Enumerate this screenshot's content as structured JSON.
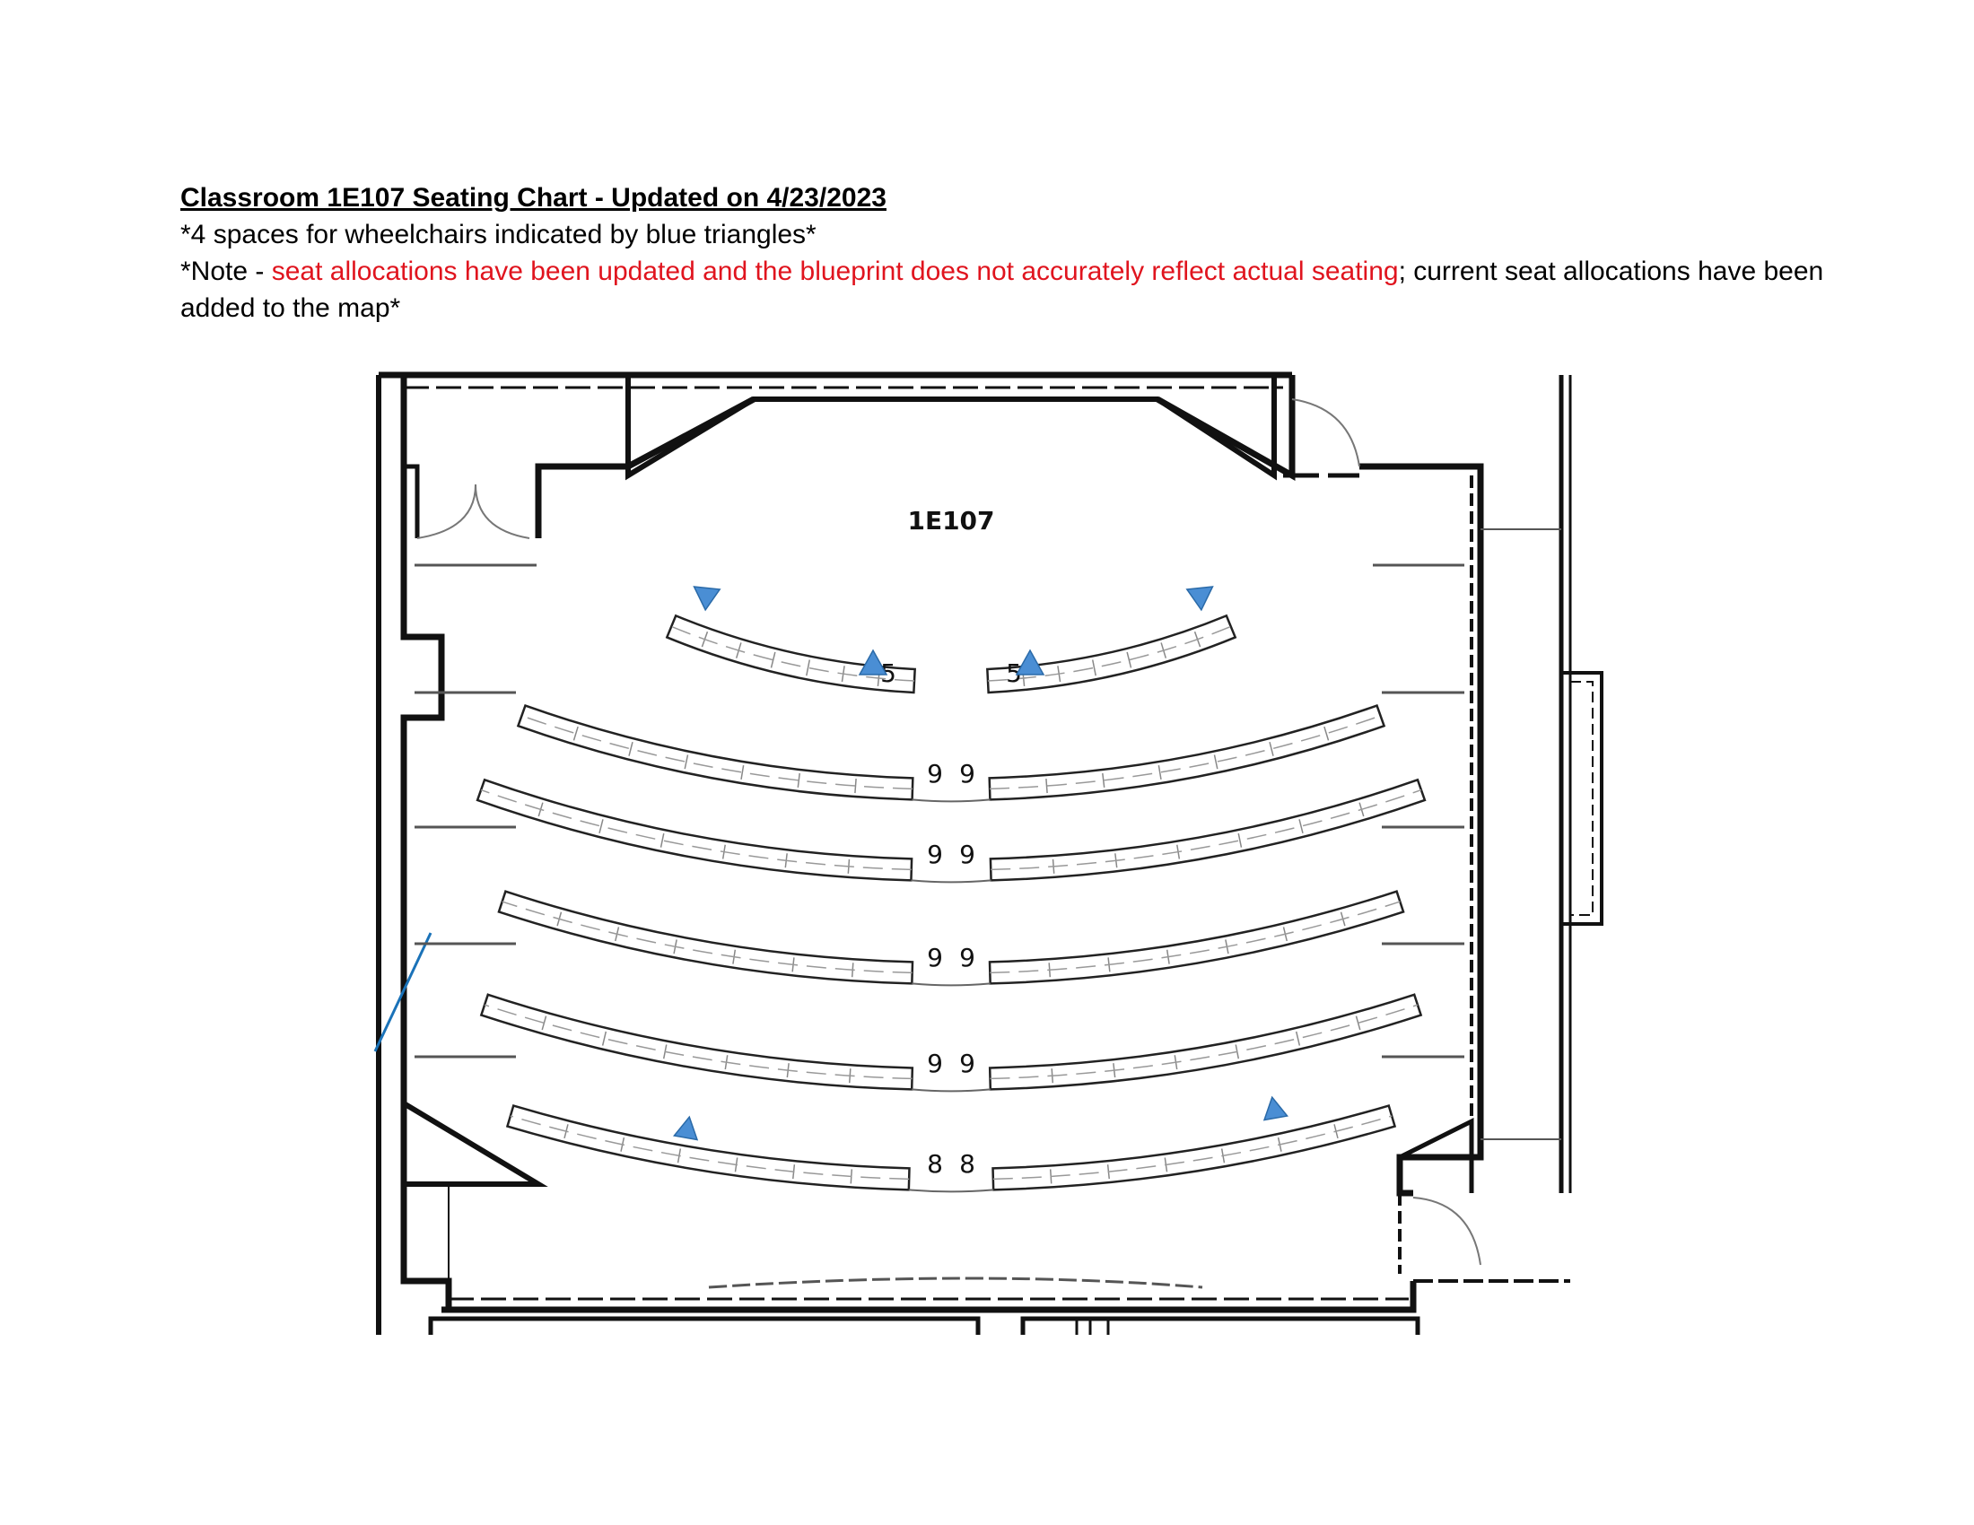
{
  "header": {
    "title": "Classroom 1E107 Seating Chart - Updated on 4/23/2023",
    "wheelchair_note": "*4 spaces for wheelchairs indicated by blue triangles*",
    "note_prefix": "*Note - ",
    "note_red": "seat allocations have been updated and the blueprint does not accurately reflect actual seating",
    "note_suffix": "; current seat allocations have been added to the map*"
  },
  "plan": {
    "room_label": "1E107",
    "rows": [
      {
        "left_seats": "5",
        "right_seats": "5"
      },
      {
        "left_seats": "9",
        "right_seats": "9"
      },
      {
        "left_seats": "9",
        "right_seats": "9"
      },
      {
        "left_seats": "9",
        "right_seats": "9"
      },
      {
        "left_seats": "9",
        "right_seats": "9"
      },
      {
        "left_seats": "8",
        "right_seats": "8"
      }
    ],
    "colors": {
      "wheelchair": "#4a8ed4",
      "wall": "#111111",
      "accent_line": "#1a72b8"
    }
  }
}
